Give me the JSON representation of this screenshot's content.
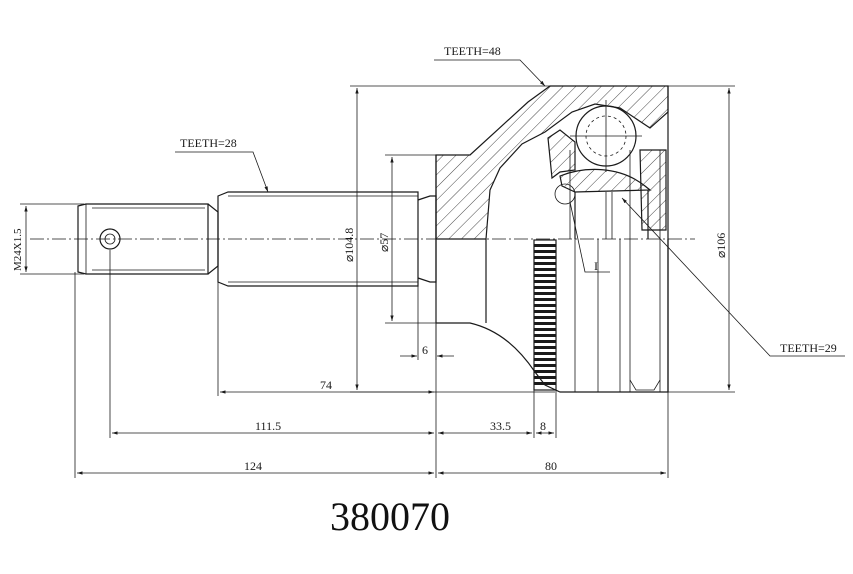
{
  "part_number": "380070",
  "callouts": {
    "teeth_outer": "TEETH=48",
    "teeth_shaft": "TEETH=28",
    "teeth_inner": "TEETH=29",
    "detail_marker": "I"
  },
  "dimensions": {
    "thread": "M24X1.5",
    "dia_104_8": "⌀104.8",
    "dia_57": "⌀57",
    "dia_106": "⌀106",
    "d6": "6",
    "d74": "74",
    "d111_5": "111.5",
    "d33_5": "33.5",
    "d8": "8",
    "d124": "124",
    "d80": "80"
  }
}
